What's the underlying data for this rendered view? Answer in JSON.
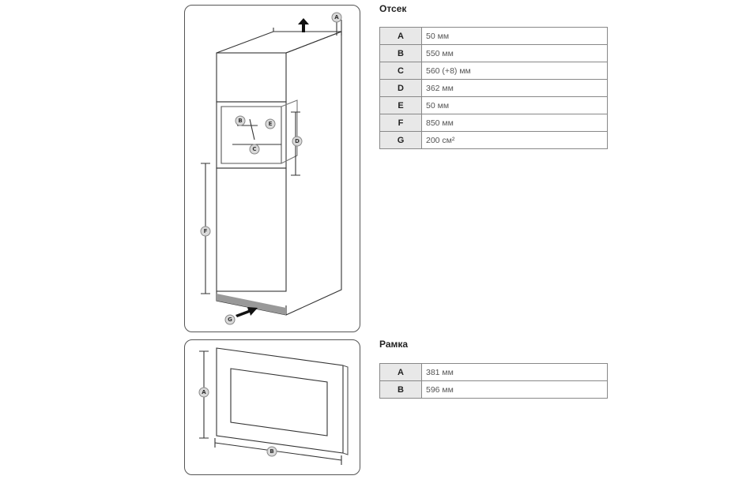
{
  "compartment": {
    "title": "Отсек",
    "rows": [
      {
        "key": "A",
        "value": "50 мм"
      },
      {
        "key": "B",
        "value": "550 мм"
      },
      {
        "key": "C",
        "value": "560 (+8) мм"
      },
      {
        "key": "D",
        "value": "362 мм"
      },
      {
        "key": "E",
        "value": "50 мм"
      },
      {
        "key": "F",
        "value": "850 мм"
      },
      {
        "key": "G",
        "value": "200 см²"
      }
    ],
    "diagram_markers": [
      "A",
      "B",
      "C",
      "D",
      "E",
      "F",
      "G"
    ]
  },
  "frame": {
    "title": "Рамка",
    "rows": [
      {
        "key": "A",
        "value": "381 мм"
      },
      {
        "key": "B",
        "value": "596 мм"
      }
    ],
    "diagram_markers": [
      "A",
      "B"
    ]
  }
}
